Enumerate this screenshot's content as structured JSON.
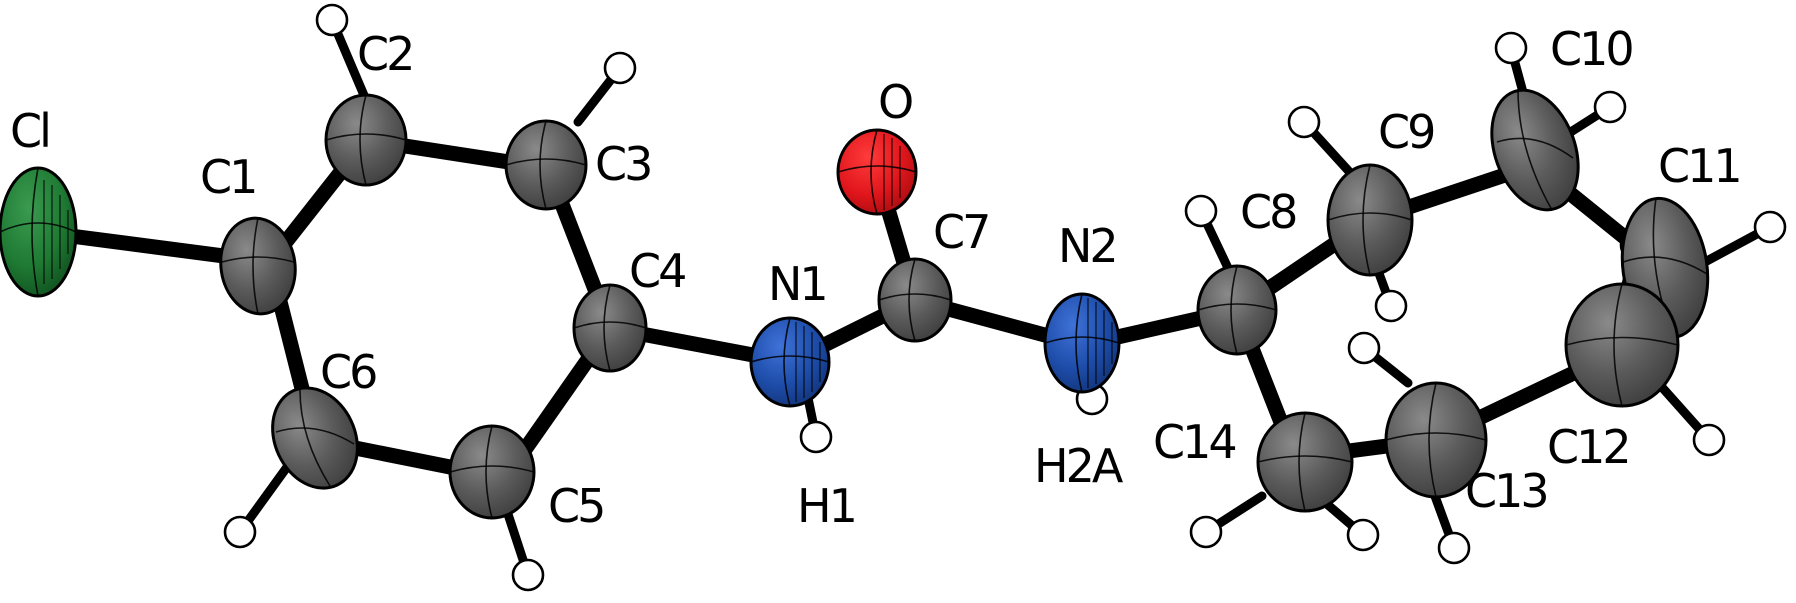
{
  "diagram": {
    "type": "ORTEP molecular structure",
    "colors": {
      "carbon": "#5a5a5a",
      "nitrogen": "#1a4aa8",
      "oxygen": "#e0161c",
      "chlorine": "#1f7a33",
      "hydrogen": "#ffffff",
      "bond": "#000000"
    },
    "atoms": {
      "Cl": "Cl",
      "C1": "C1",
      "C2": "C2",
      "C3": "C3",
      "C4": "C4",
      "C5": "C5",
      "C6": "C6",
      "C7": "C7",
      "O": "O",
      "N1": "N1",
      "N2": "N2",
      "H1": "H1",
      "H2A": "H2A",
      "C8": "C8",
      "C9": "C9",
      "C10": "C10",
      "C11": "C11",
      "C12": "C12",
      "C13": "C13",
      "C14": "C14"
    }
  }
}
